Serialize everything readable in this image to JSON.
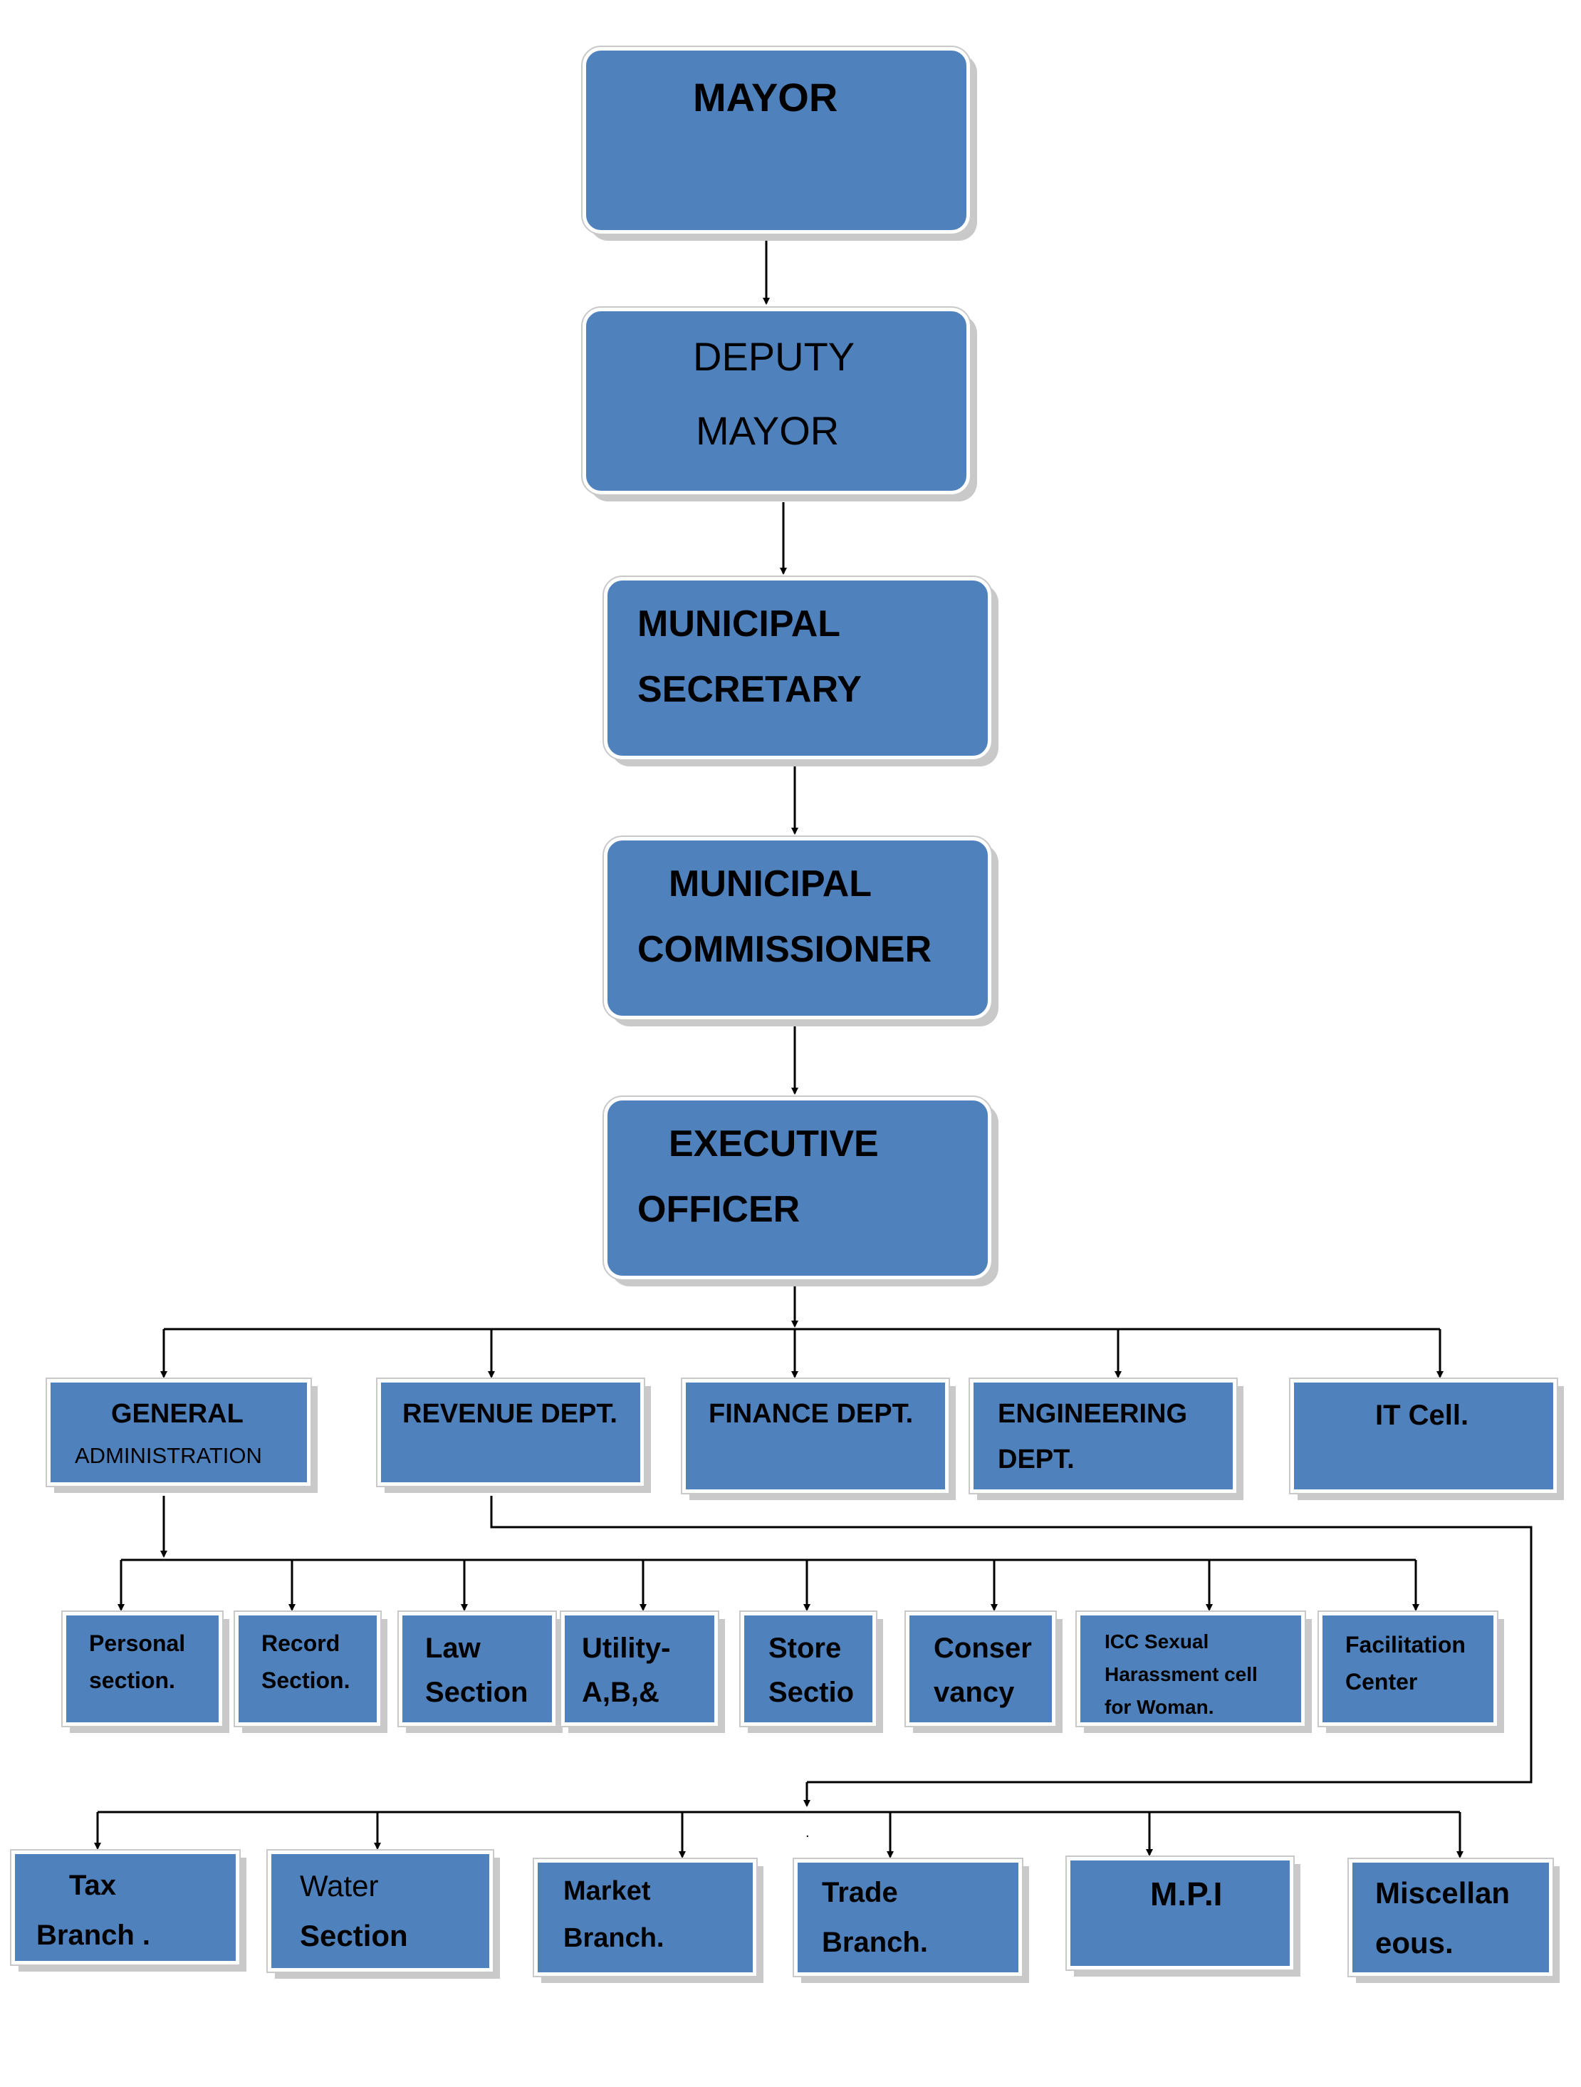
{
  "top": {
    "mayor": "MAYOR",
    "deputy_1": "DEPUTY",
    "deputy_2": "MAYOR",
    "secretary_1": "MUNICIPAL",
    "secretary_2": "SECRETARY",
    "commissioner_1": "MUNICIPAL",
    "commissioner_2": "COMMISSIONER",
    "executive_1": "EXECUTIVE",
    "executive_2": "OFFICER"
  },
  "departments": {
    "general_1": "GENERAL",
    "general_2": "ADMINISTRATION",
    "revenue": "REVENUE DEPT.",
    "finance": "FINANCE DEPT.",
    "engineering_1": "ENGINEERING",
    "engineering_2": "DEPT.",
    "it": "IT Cell."
  },
  "general_sections": {
    "personal_1": "Personal",
    "personal_2": "section.",
    "record_1": "Record",
    "record_2": "Section.",
    "law_1": "Law",
    "law_2": "Section",
    "utility_1": "Utility-",
    "utility_2": "A,B,&",
    "store_1": "Store",
    "store_2": "Sectio",
    "conser_1": "Conser",
    "conser_2": "vancy",
    "icc_1": "ICC Sexual",
    "icc_2": "Harassment cell",
    "icc_3": "for Woman.",
    "facilitation_1": "Facilitation",
    "facilitation_2": "Center"
  },
  "revenue_sections": {
    "tax_1": "Tax",
    "tax_2": "Branch .",
    "water_1": "Water",
    "water_2": "Section",
    "market_1": "Market",
    "market_2": "Branch.",
    "trade_1": "Trade",
    "trade_2": "Branch.",
    "mpi": "M.P.I",
    "misc_1": "Miscellan",
    "misc_2": "eous."
  },
  "marks": {
    "dot": "."
  },
  "colors": {
    "box": "#4f81bd",
    "shadow": "#c9c9c9",
    "line": "#000000"
  }
}
